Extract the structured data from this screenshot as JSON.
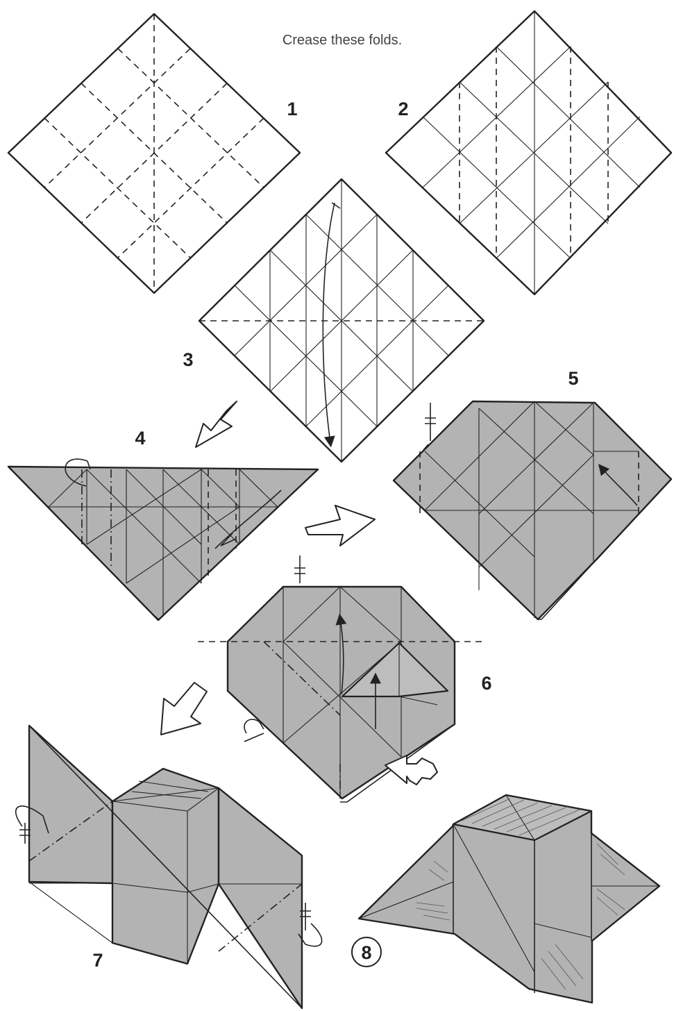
{
  "instruction": "Crease these folds.",
  "steps": [
    {
      "id": "1",
      "label": "1"
    },
    {
      "id": "2",
      "label": "2"
    },
    {
      "id": "3",
      "label": "3"
    },
    {
      "id": "4",
      "label": "4"
    },
    {
      "id": "5",
      "label": "5"
    },
    {
      "id": "6",
      "label": "6"
    },
    {
      "id": "7",
      "label": "7"
    },
    {
      "id": "8",
      "label": "8"
    }
  ],
  "colors": {
    "paper_front": "#ffffff",
    "paper_back": "#b3b3b3",
    "line": "#222222"
  }
}
